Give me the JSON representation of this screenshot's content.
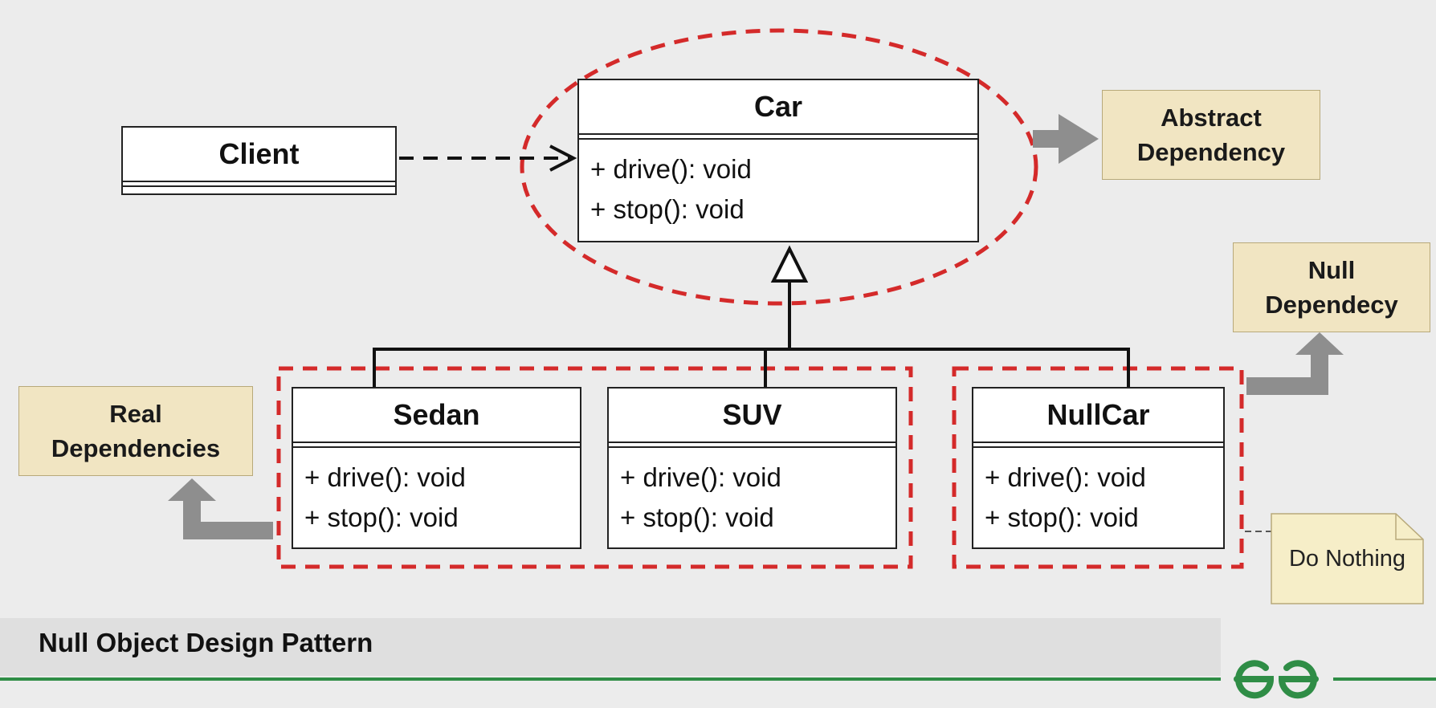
{
  "diagram": {
    "car": {
      "name": "Car",
      "ops": [
        "+ drive(): void",
        "+ stop(): void"
      ]
    },
    "client": {
      "name": "Client"
    },
    "sedan": {
      "name": "Sedan",
      "ops": [
        "+ drive(): void",
        "+ stop(): void"
      ]
    },
    "suv": {
      "name": "SUV",
      "ops": [
        "+ drive(): void",
        "+ stop(): void"
      ]
    },
    "nullcar": {
      "name": "NullCar",
      "ops": [
        "+ drive(): void",
        "+ stop(): void"
      ]
    },
    "labels": {
      "abstract": [
        "Abstract",
        "Dependency"
      ],
      "null_dep": [
        "Null",
        "Dependecy"
      ],
      "real": [
        "Real",
        "Dependencies"
      ]
    },
    "note": "Do Nothing"
  },
  "footer": {
    "title": "Null Object Design Pattern",
    "logo": "gfg-logo"
  },
  "colors": {
    "background": "#ececec",
    "highlight_dash": "#d42a2a",
    "arrow_gray": "#8e8e8e",
    "tag_fill": "#f1e5c2",
    "note_fill": "#f6eec8",
    "brand_green": "#2f8d46"
  }
}
